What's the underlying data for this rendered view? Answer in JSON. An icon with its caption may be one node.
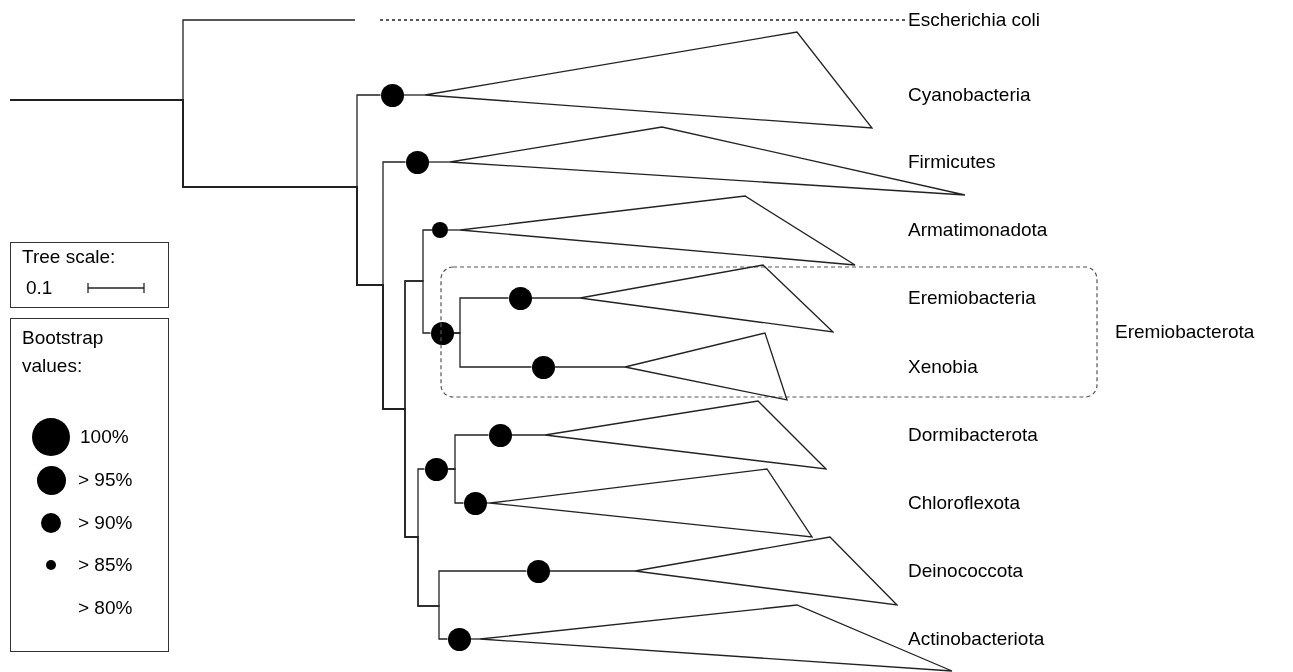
{
  "diagram": {
    "nodes": [
      {
        "text": [
          "Escherichia coli"
        ]
      },
      {
        "text": [],
        "shape": "circle"
      },
      {
        "text": [],
        "shape": "triangle"
      },
      {
        "text": [],
        "shape": "circle"
      },
      {
        "text": [],
        "shape": "triangle"
      },
      {
        "text": [],
        "shape": "circle"
      },
      {
        "text": [],
        "shape": "triangle"
      },
      {
        "text": [],
        "shape": "circle"
      },
      {
        "text": [
          "Eremiobacterota"
        ]
      },
      {
        "text": [],
        "shape": "circle",
        "in": 8
      },
      {
        "text": [],
        "shape": "triangle",
        "in": 8
      },
      {
        "text": [],
        "shape": "circle",
        "in": 8
      },
      {
        "text": [],
        "shape": "triangle",
        "in": 8
      },
      {
        "text": [],
        "shape": "circle"
      },
      {
        "text": [],
        "shape": "circle"
      },
      {
        "text": [],
        "shape": "triangle"
      },
      {
        "text": [],
        "shape": "circle"
      },
      {
        "text": [],
        "shape": "triangle"
      },
      {
        "text": [],
        "shape": "circle"
      },
      {
        "text": [],
        "shape": "triangle"
      },
      {
        "text": [],
        "shape": "circle"
      },
      {
        "text": [],
        "shape": "triangle"
      }
    ],
    "edges": [
      {
        "from": null,
        "to": 0,
        "arrow": "none",
        "style": "dashed"
      },
      {
        "from": null,
        "to": 1,
        "arrow": "none"
      },
      {
        "from": null,
        "to": 3,
        "arrow": "none"
      },
      {
        "from": null,
        "to": 5,
        "arrow": "none"
      },
      {
        "from": null,
        "to": 7,
        "arrow": "none"
      },
      {
        "from": null,
        "to": 13,
        "arrow": "none"
      },
      {
        "from": null,
        "to": 18,
        "arrow": "none"
      },
      {
        "from": null,
        "to": 20,
        "arrow": "none"
      },
      {
        "from": 1,
        "to": 2,
        "arrow": "none"
      },
      {
        "from": 3,
        "to": 4,
        "arrow": "none"
      },
      {
        "from": 5,
        "to": 6,
        "arrow": "none"
      },
      {
        "from": 7,
        "to": 9,
        "arrow": "none"
      },
      {
        "from": 9,
        "to": 10,
        "arrow": "none"
      },
      {
        "from": 7,
        "to": 11,
        "arrow": "none"
      },
      {
        "from": 11,
        "to": 12,
        "arrow": "none"
      },
      {
        "from": 13,
        "to": 14,
        "arrow": "none"
      },
      {
        "from": 14,
        "to": 15,
        "arrow": "none"
      },
      {
        "from": 13,
        "to": 16,
        "arrow": "none"
      },
      {
        "from": 16,
        "to": 17,
        "arrow": "none"
      },
      {
        "from": 18,
        "to": 19,
        "arrow": "none"
      },
      {
        "from": 20,
        "to": 21,
        "arrow": "none"
      }
    ],
    "labels": [
      "Cyanobacteria",
      "Firmicutes",
      "Armatimonadota",
      "Eremiobacteria",
      "Xenobia",
      "Dormibacterota",
      "Chloroflexota",
      "Deinococcota",
      "Actinobacteriota",
      "Tree scale:",
      "0.1",
      "Bootstrap values:"
    ],
    "legend": [
      {
        "text": "100%"
      },
      {
        "text": "> 95%"
      },
      {
        "text": "> 90%"
      },
      {
        "text": "> 85%"
      },
      {
        "text": "> 80%"
      }
    ]
  }
}
